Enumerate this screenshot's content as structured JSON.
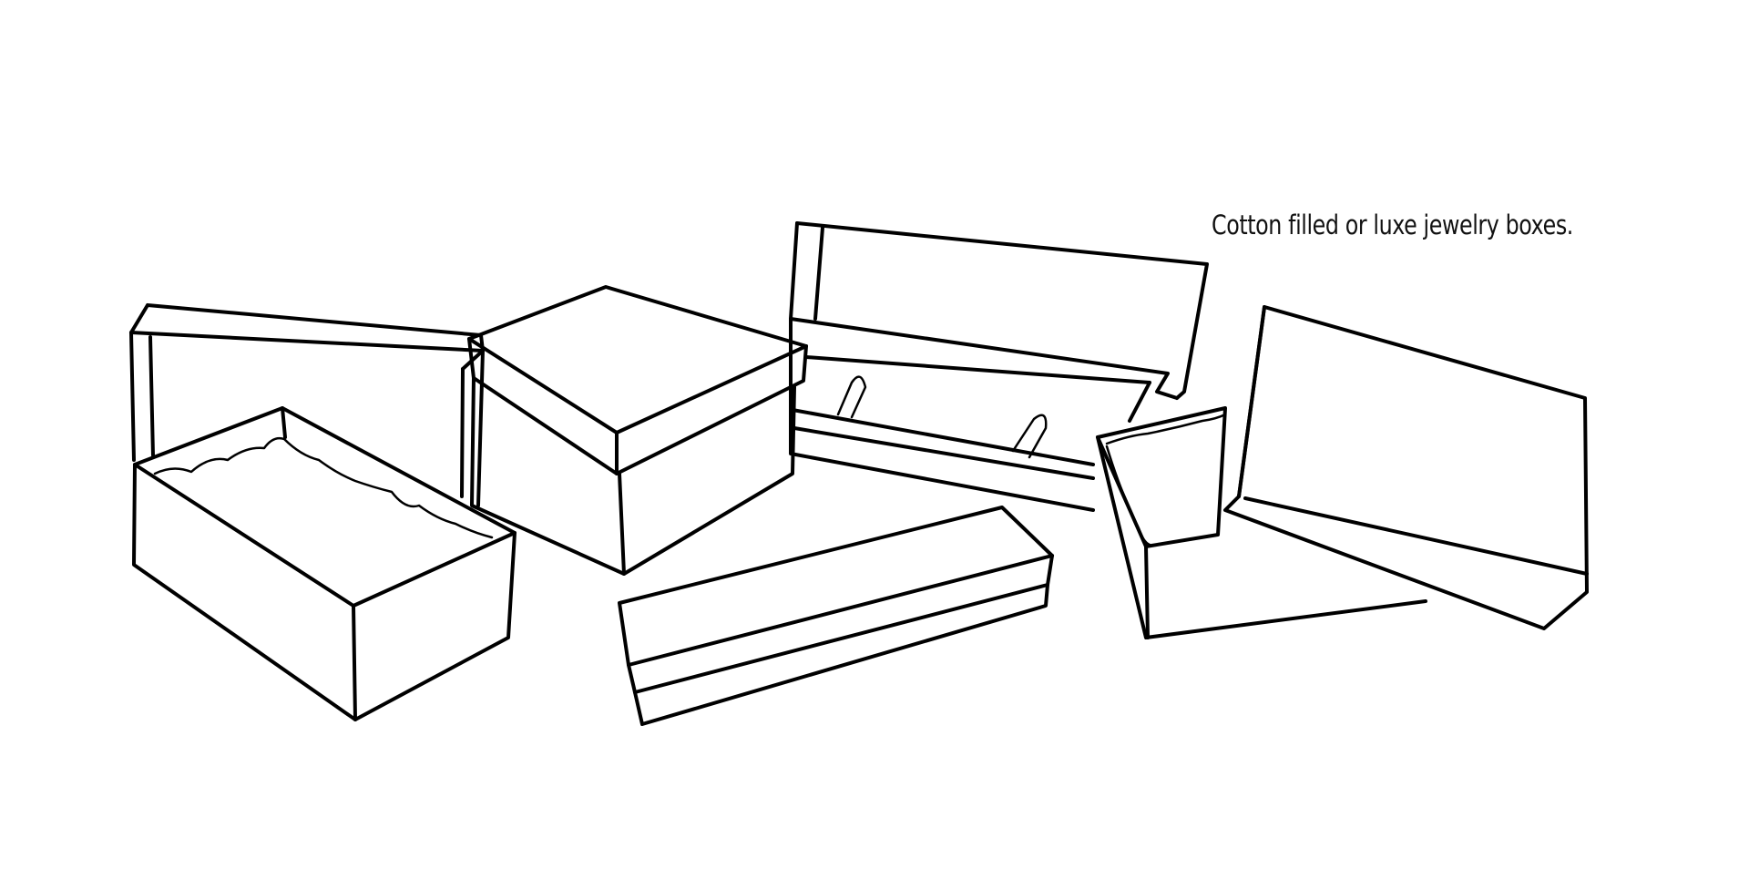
{
  "caption": {
    "text": "Cotton filled or luxe jewelry boxes."
  },
  "illustration": {
    "style": "hand-drawn line sketch",
    "background_color": "#ffffff",
    "line_color": "#000000",
    "items": [
      {
        "name": "open-box-with-cotton-and-standing-lid",
        "position": "left"
      },
      {
        "name": "closed-square-box",
        "position": "center-left"
      },
      {
        "name": "open-hinged-bracelet-box",
        "position": "center-top"
      },
      {
        "name": "long-flat-necklace-box",
        "position": "center-bottom"
      },
      {
        "name": "tilted-box-with-cotton-and-lid",
        "position": "right"
      }
    ]
  }
}
